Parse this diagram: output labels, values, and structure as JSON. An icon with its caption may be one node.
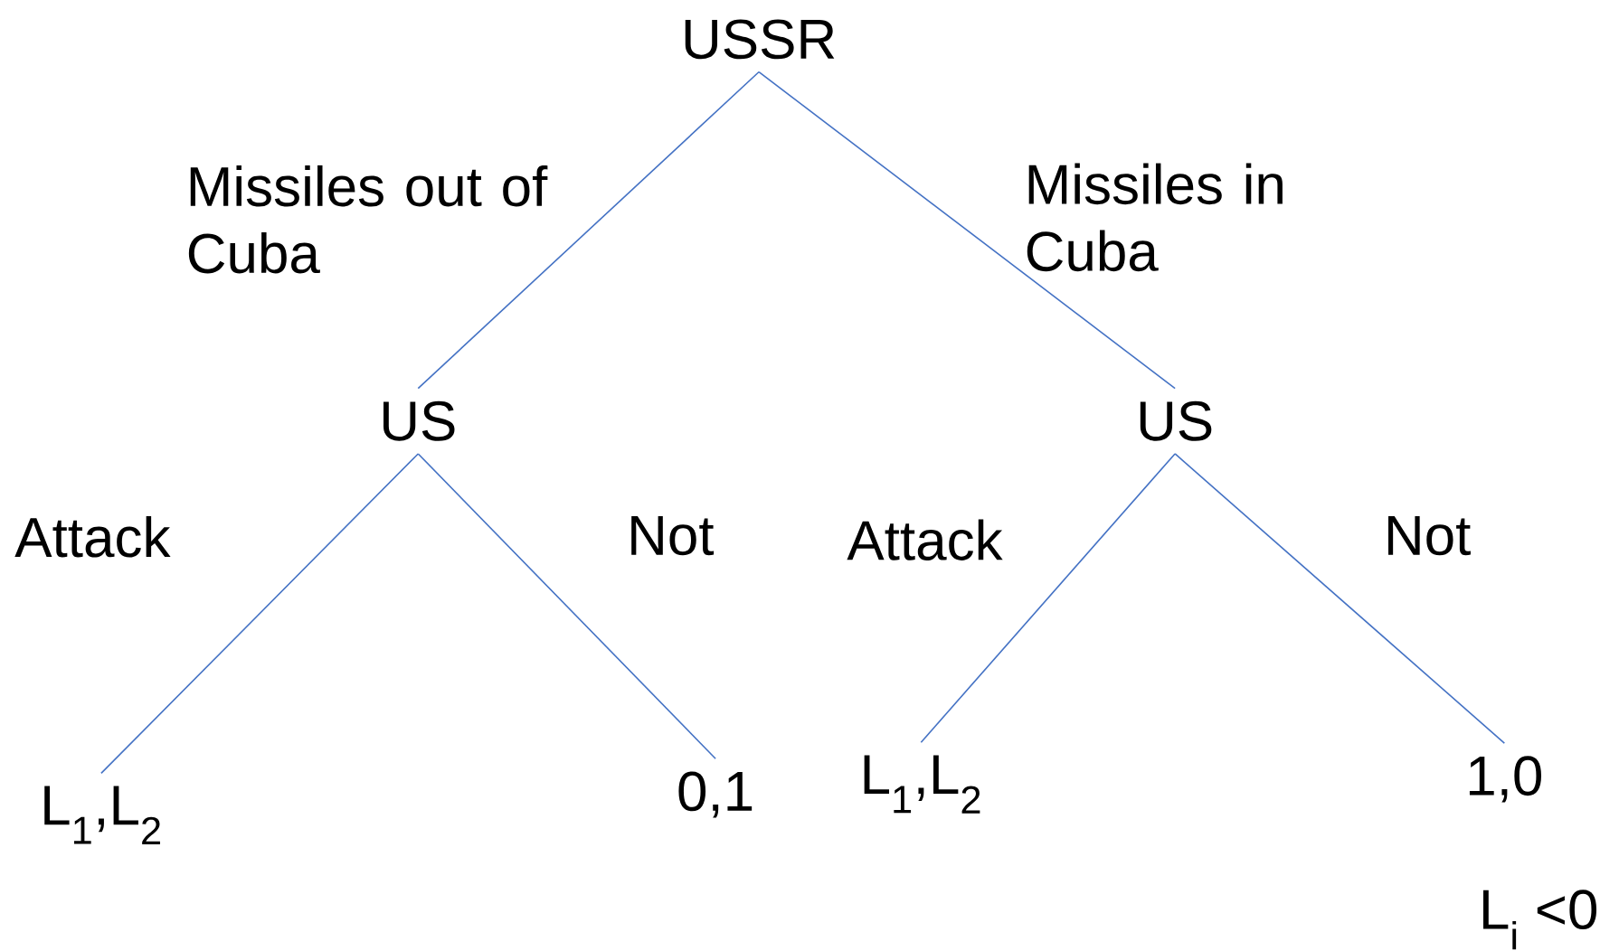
{
  "diagram": {
    "nodes": [
      {
        "text": [
          "USSR"
        ]
      },
      {
        "text": [
          "US"
        ]
      },
      {
        "text": [
          "US"
        ]
      },
      {
        "text": [
          "L$_{1}$,L$_{2}$"
        ]
      },
      {
        "text": [
          "0,1"
        ]
      },
      {
        "text": [
          "L$_{1}$,L$_{2}$"
        ]
      },
      {
        "text": [
          "1,0"
        ]
      }
    ],
    "edges": [
      {
        "from": 0,
        "to": 1,
        "arrow": "none",
        "label": "Missiles out of Cuba"
      },
      {
        "from": 0,
        "to": 2,
        "arrow": "none",
        "label": "Missiles in Cuba"
      },
      {
        "from": 1,
        "to": 3,
        "arrow": "none",
        "label": "Attack"
      },
      {
        "from": 1,
        "to": 4,
        "arrow": "none",
        "label": "Not"
      },
      {
        "from": 2,
        "to": 5,
        "arrow": "none",
        "label": "Attack"
      },
      {
        "from": 2,
        "to": 6,
        "arrow": "none",
        "label": "Not"
      }
    ],
    "labels": [
      "L$_{i}$ <0"
    ]
  }
}
